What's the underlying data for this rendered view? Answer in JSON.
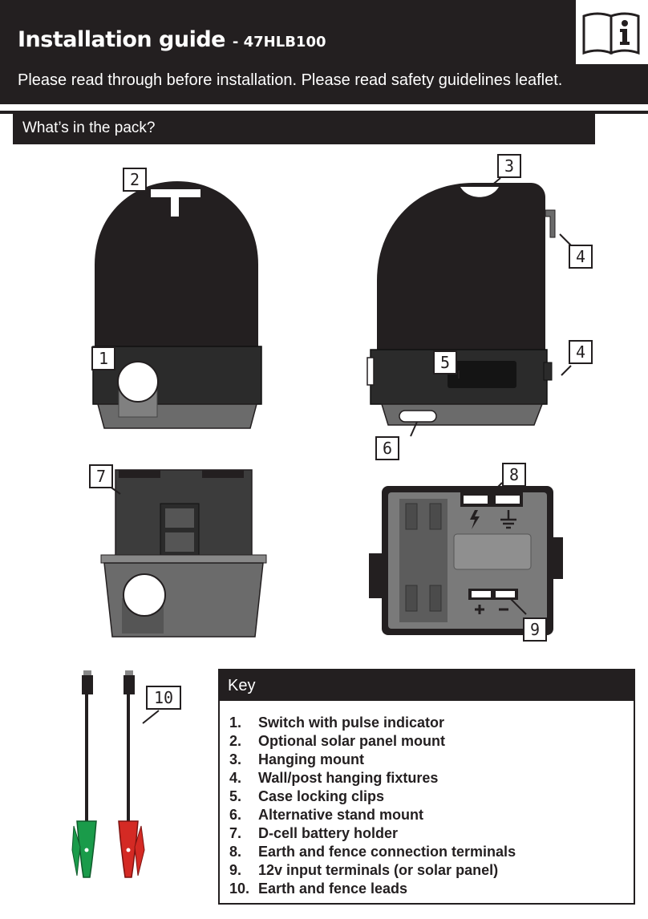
{
  "header": {
    "title": "Installation guide",
    "model": "- 47HLB100",
    "subtitle": "Please read through before installation. Please read safety guidelines leaflet.",
    "icon": "manual-info-icon"
  },
  "section": {
    "title": "What’s in the pack?"
  },
  "callouts": {
    "c1": "1",
    "c2": "2",
    "c3": "3",
    "c4a": "4",
    "c4b": "4",
    "c5": "5",
    "c6": "6",
    "c7": "7",
    "c8": "8",
    "c9": "9",
    "c10": "10"
  },
  "key": {
    "title": "Key",
    "items": [
      {
        "n": "1.",
        "label": "Switch with pulse indicator"
      },
      {
        "n": "2.",
        "label": "Optional solar panel mount"
      },
      {
        "n": "3.",
        "label": "Hanging mount"
      },
      {
        "n": "4.",
        "label": "Wall/post hanging fixtures"
      },
      {
        "n": "5.",
        "label": "Case locking clips"
      },
      {
        "n": "6.",
        "label": "Alternative stand mount"
      },
      {
        "n": "7.",
        "label": "D-cell battery holder"
      },
      {
        "n": "8.",
        "label": "Earth and fence connection terminals"
      },
      {
        "n": "9.",
        "label": "12v input terminals (or solar panel)"
      },
      {
        "n": "10.",
        "label": "Earth and fence leads"
      }
    ]
  },
  "colors": {
    "dark": "#231f20",
    "green_clip": "#1a9b4a",
    "red_clip": "#d42a24"
  }
}
